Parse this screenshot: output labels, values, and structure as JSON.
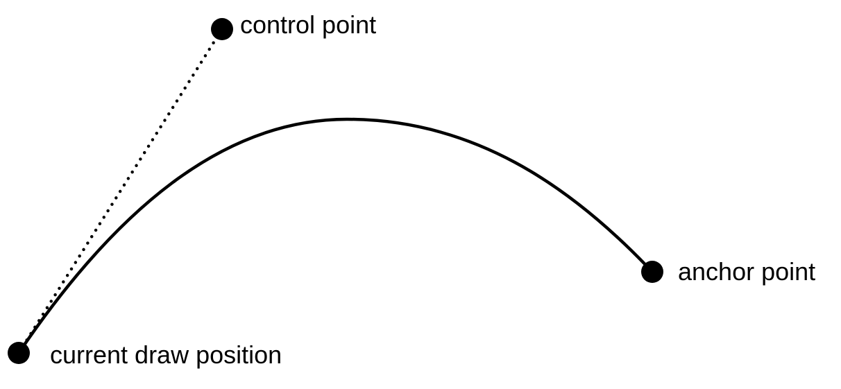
{
  "labels": {
    "control_point": "control point",
    "anchor_point": "anchor point",
    "current_draw_position": "current draw position"
  },
  "colors": {
    "stroke": "#000000",
    "point": "#000000",
    "background": "#ffffff"
  }
}
